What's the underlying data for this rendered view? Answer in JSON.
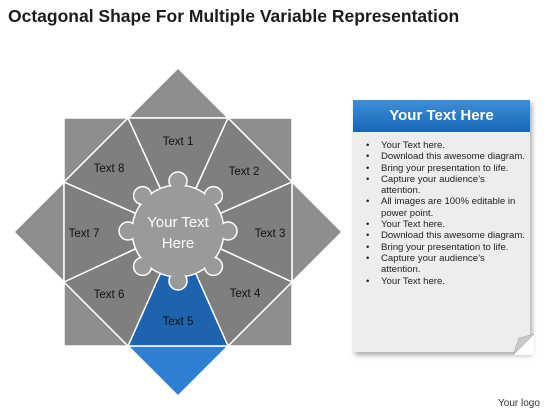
{
  "page": {
    "title": "Octagonal Shape For Multiple Variable Representation",
    "logo_text": "Your logo"
  },
  "diagram": {
    "center_text": [
      "Your Text",
      "Here"
    ],
    "segments": [
      {
        "label": "Text 1",
        "highlighted": false
      },
      {
        "label": "Text 2",
        "highlighted": false
      },
      {
        "label": "Text 3",
        "highlighted": false
      },
      {
        "label": "Text 4",
        "highlighted": false
      },
      {
        "label": "Text 5",
        "highlighted": true
      },
      {
        "label": "Text 6",
        "highlighted": false
      },
      {
        "label": "Text 7",
        "highlighted": false
      },
      {
        "label": "Text 8",
        "highlighted": false
      }
    ],
    "colors": {
      "segment_fill": "#7f7f7f",
      "segment_highlight": "#1d63ad",
      "star_tip": "#8e8e8e",
      "star_tip_highlight": "#2e7fd1",
      "center_fill": "#9a9a9a",
      "stroke": "#ffffff",
      "label": "#111111",
      "center_label": "#ffffff"
    }
  },
  "panel": {
    "header": "Your Text Here",
    "header_color": "#1a6fc2",
    "bullets": [
      "Your Text here.",
      "Download this awesome diagram.",
      "Bring your presentation to life.",
      "Capture your audience’s attention.",
      "All images are 100% editable in power point.",
      "Your Text here.",
      "Download this awesome diagram.",
      "Bring your presentation to life.",
      "Capture your audience’s attention.",
      "Your Text here."
    ]
  }
}
